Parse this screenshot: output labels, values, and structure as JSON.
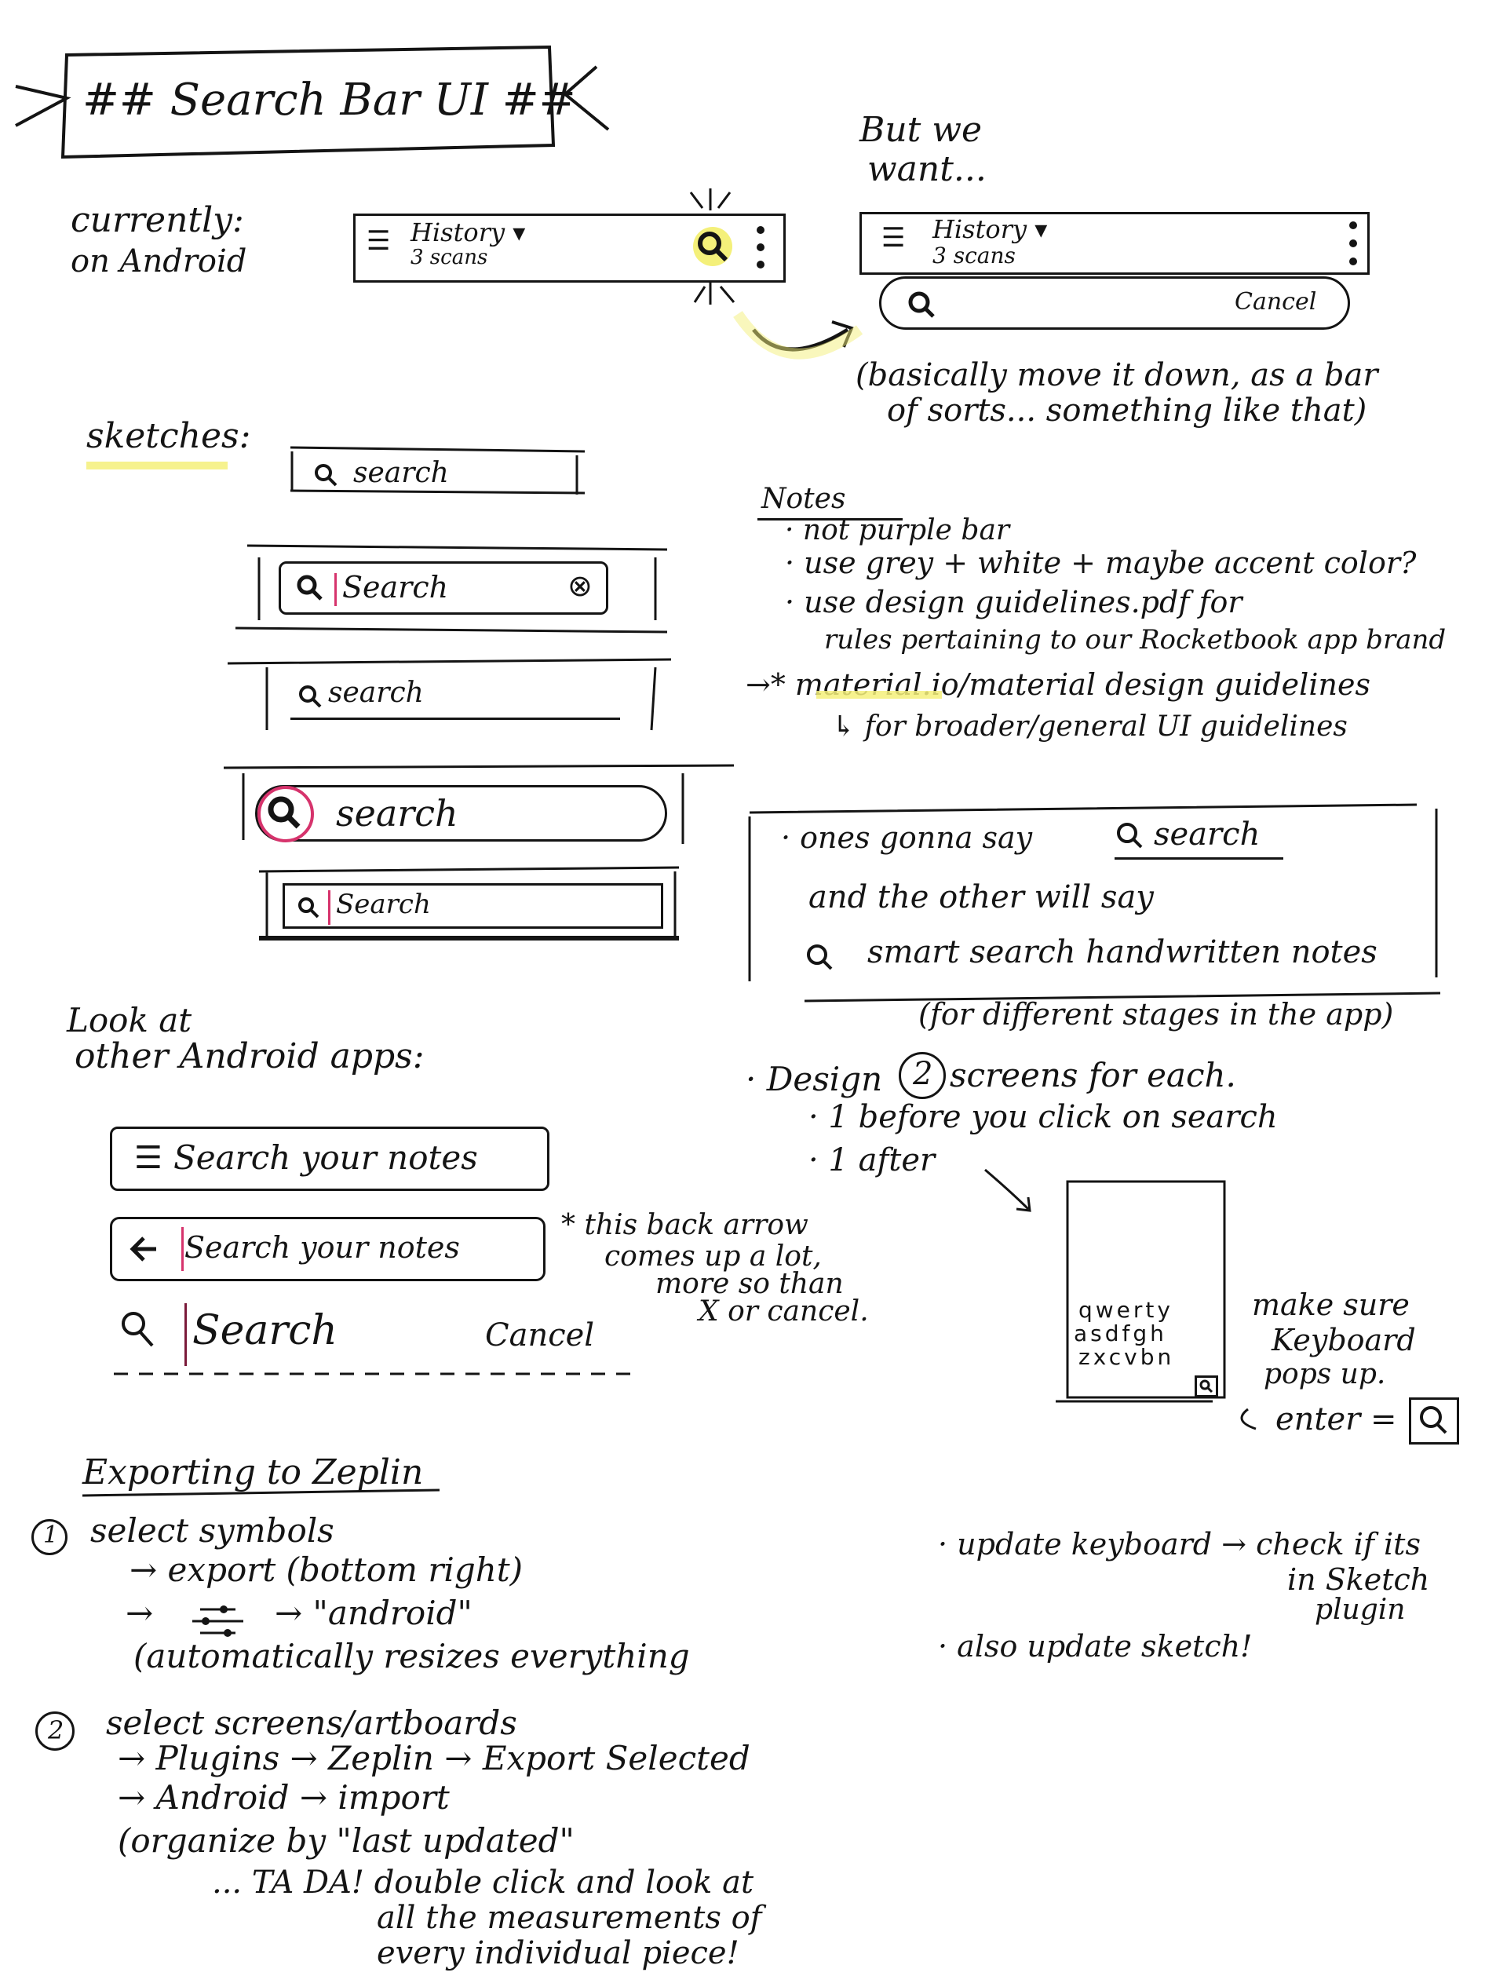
{
  "title": "## Search Bar UI ##",
  "current": {
    "label_1": "currently:",
    "label_2": "on Android",
    "bar": {
      "menu_icon": "☰",
      "title": "History ▾",
      "subtitle": "3 scans"
    }
  },
  "want": {
    "heading_1": "But we",
    "heading_2": "want...",
    "bar": {
      "menu_icon": "☰",
      "title": "History ▾",
      "subtitle": "3 scans",
      "cancel": "Cancel"
    },
    "caption_1": "(basically move it down, as a bar",
    "caption_2": "of sorts... something like that)"
  },
  "sketches": {
    "label": "sketches:",
    "items": [
      "search",
      "Search",
      "search",
      "search",
      "Search"
    ],
    "clear_glyph": "⊗"
  },
  "notes": {
    "title": "Notes",
    "lines": [
      "· not purple bar",
      "· use grey + white + maybe accent color?",
      "· use design guidelines.pdf for",
      "rules pertaining to our Rocketbook app brand",
      "→* material.io/material design guidelines",
      "↳ for broader/general UI guidelines"
    ]
  },
  "stages": {
    "line1_prefix": "· ones gonna say",
    "line1_search": "search",
    "line2": "and the other will say",
    "line3": "smart search handwritten notes",
    "caption": "(for different stages in the app)"
  },
  "design": {
    "prefix": "· Design",
    "circled_number": "2",
    "suffix": "screens for each.",
    "before": "· 1 before you click on search",
    "after": "· 1 after",
    "keyboard_rows": [
      "qwerty",
      "asdfgh",
      "zxcvbn"
    ],
    "keyboard_note_1": "make sure",
    "keyboard_note_2": "Keyboard",
    "keyboard_note_3": "pops up.",
    "enter_note": "enter ="
  },
  "look_at": {
    "label_1": "Look at",
    "label_2": "other Android apps:",
    "bar1": "Search your notes",
    "bar2": "Search your notes",
    "bar3_search": "Search",
    "bar3_cancel": "Cancel",
    "note_1": "* this back arrow",
    "note_2": "comes up a lot,",
    "note_3": "more so than",
    "note_4": "X or cancel."
  },
  "zeplin": {
    "title": "Exporting to Zeplin",
    "step1_num": "1",
    "step1": "select symbols",
    "step1_a": "→ export (bottom right)",
    "step1_b": "→ \"android\"",
    "step1_c": "(automatically resizes everything",
    "step2_num": "2",
    "step2": "select screens/artboards",
    "step2_a": "→ Plugins → Zeplin → Export Selected",
    "step2_b": "→ Android → import",
    "step2_c": "(organize by \"last updated\"",
    "step2_d": "... TA DA! double click and look at",
    "step2_e": "all the measurements of",
    "step2_f": "every individual piece!"
  },
  "right_notes": {
    "update_1": "· update keyboard → check if its",
    "update_2": "in Sketch",
    "update_3": "plugin",
    "also": "· also update sketch!"
  },
  "colors": {
    "ink": "#141414",
    "highlight": "#f4f07a",
    "cursor": "#d6336c"
  },
  "icons": [
    "search-icon",
    "menu-icon",
    "more-vert-icon",
    "back-arrow-icon",
    "clear-icon",
    "slider-icon",
    "arrow-icon"
  ]
}
